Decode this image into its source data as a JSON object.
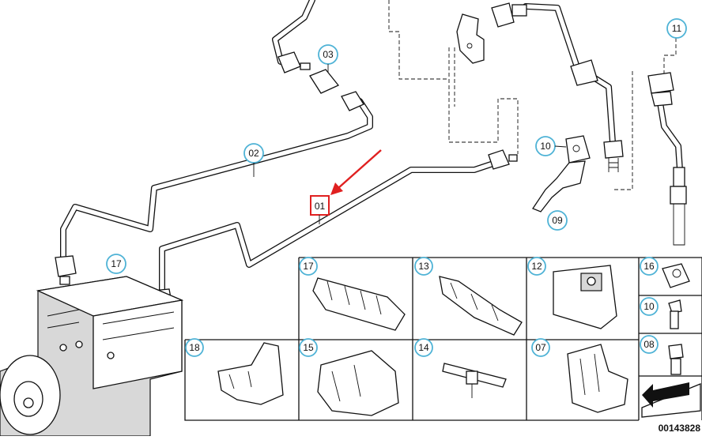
{
  "diagram": {
    "highlighted_part": "01",
    "diagram_number": "00143828",
    "accent_color": "#4fb3d6",
    "highlight_color": "#e02020",
    "callouts": {
      "c01": "01",
      "c02": "02",
      "c03": "03",
      "c09": "09",
      "c10_top": "10",
      "c11": "11",
      "c17_main": "17"
    },
    "parts_table": {
      "row1": [
        "17",
        "13",
        "12",
        "16"
      ],
      "row1_right_lower": "10",
      "row2": [
        "18",
        "15",
        "14",
        "07",
        "08"
      ]
    }
  }
}
